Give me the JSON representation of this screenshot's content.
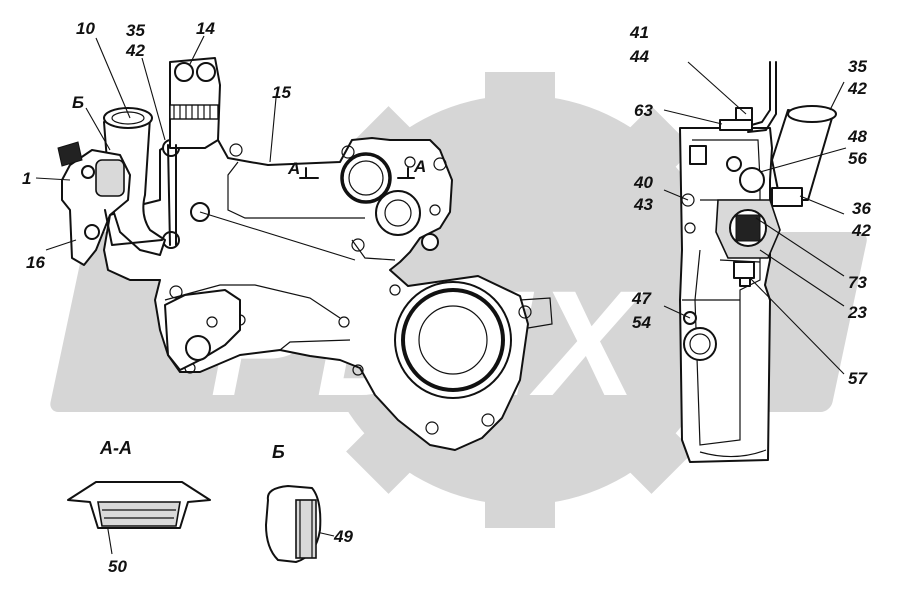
{
  "watermark": {
    "text": "PDEX",
    "color": "#d6d6d6"
  },
  "callouts": {
    "c10": "10",
    "c35a": "35",
    "c42a": "42",
    "c14": "14",
    "c15": "15",
    "c1": "1",
    "c16": "16",
    "cB_top": "Б",
    "cA1": "A",
    "cA2": "A",
    "c41": "41",
    "c44": "44",
    "c63": "63",
    "c35b": "35",
    "c42b": "42",
    "c48": "48",
    "c56": "56",
    "c40": "40",
    "c43": "43",
    "c36": "36",
    "c42c": "42",
    "c73": "73",
    "c23": "23",
    "c47": "47",
    "c54": "54",
    "c57": "57",
    "c50": "50",
    "c49": "49"
  },
  "sections": {
    "section_aa": "А-А",
    "section_b": "Б"
  },
  "colors": {
    "ink": "#111111",
    "watermark": "#d6d6d6",
    "background": "#ffffff"
  }
}
